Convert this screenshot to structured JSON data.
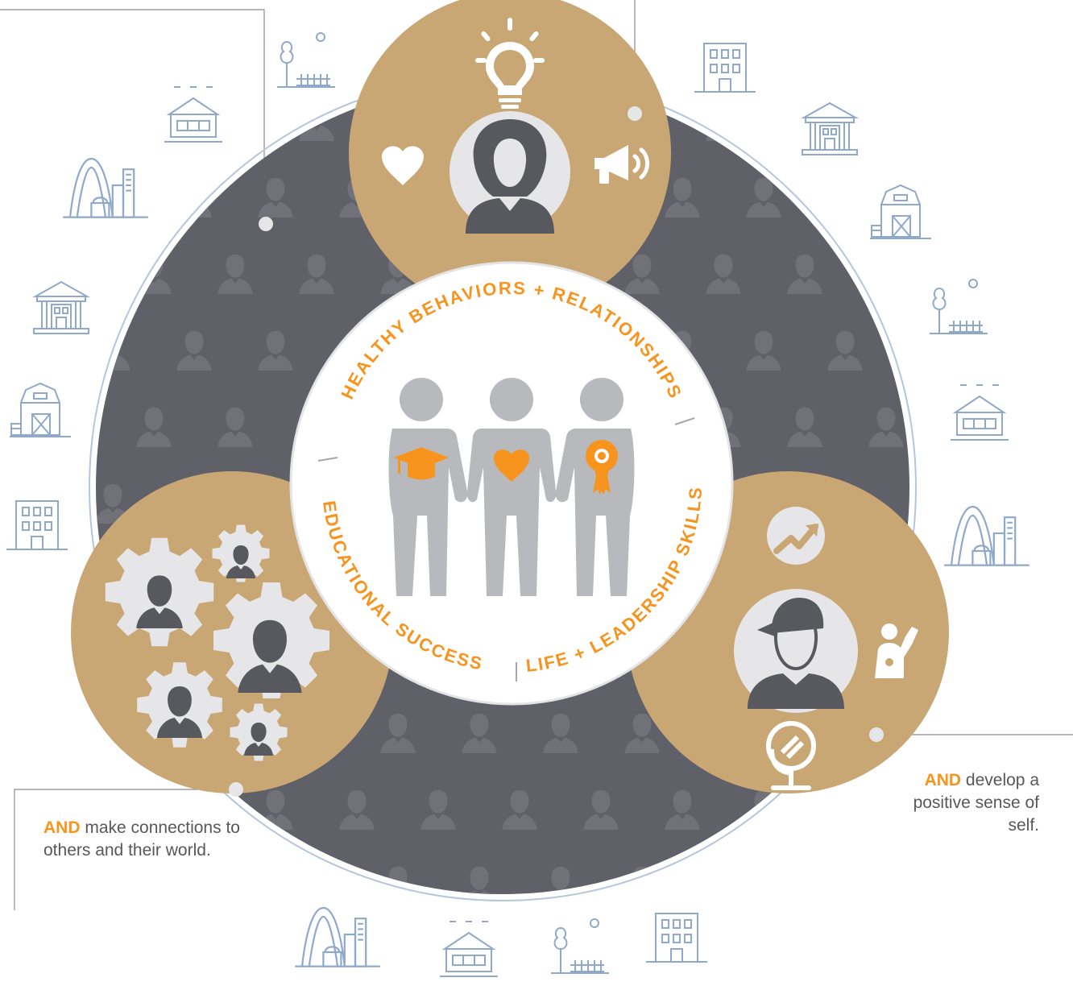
{
  "center_ring": {
    "top": "HEALTHY BEHAVIORS + RELATIONSHIPS",
    "left": "EDUCATIONAL SUCCESS",
    "right": "LIFE + LEADERSHIP SKILLS"
  },
  "callouts": {
    "connections": {
      "keyword": "AND",
      "text": "make connections to others and their world."
    },
    "self": {
      "keyword": "AND",
      "text": "develop a positive sense of self."
    }
  },
  "colors": {
    "accent": "#f7941d",
    "big_circle": "#5f6068",
    "tan": "#c9a775",
    "figure_gray": "#b8b9bd",
    "icon_dark": "#58595f",
    "outline_blue": "#8fa9cc"
  },
  "icons": {
    "top_bubble": [
      "lightbulb-icon",
      "heart-icon",
      "megaphone-icon",
      "person-avatar-icon"
    ],
    "left_bubble": [
      "gear-person-icon"
    ],
    "right_bubble": [
      "trend-up-icon",
      "person-cap-icon",
      "medal-person-icon",
      "mirror-icon"
    ],
    "border": [
      "arch-city-icon",
      "farm-barn-icon",
      "school-icon",
      "government-building-icon",
      "apartment-icon",
      "tree-fence-icon"
    ]
  }
}
